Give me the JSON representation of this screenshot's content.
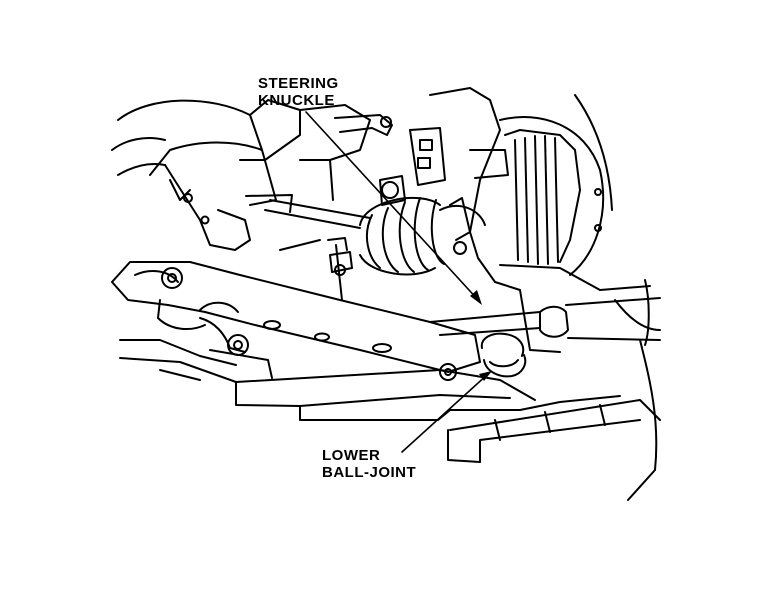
{
  "labels": {
    "steering_knuckle_line1": "STEERING",
    "steering_knuckle_line2": "KNUCKLE",
    "lower_ball_joint_line1": "LOWER",
    "lower_ball_joint_line2": "BALL-JOINT"
  },
  "colors": {
    "ink": "#000000",
    "paper": "#ffffff"
  }
}
